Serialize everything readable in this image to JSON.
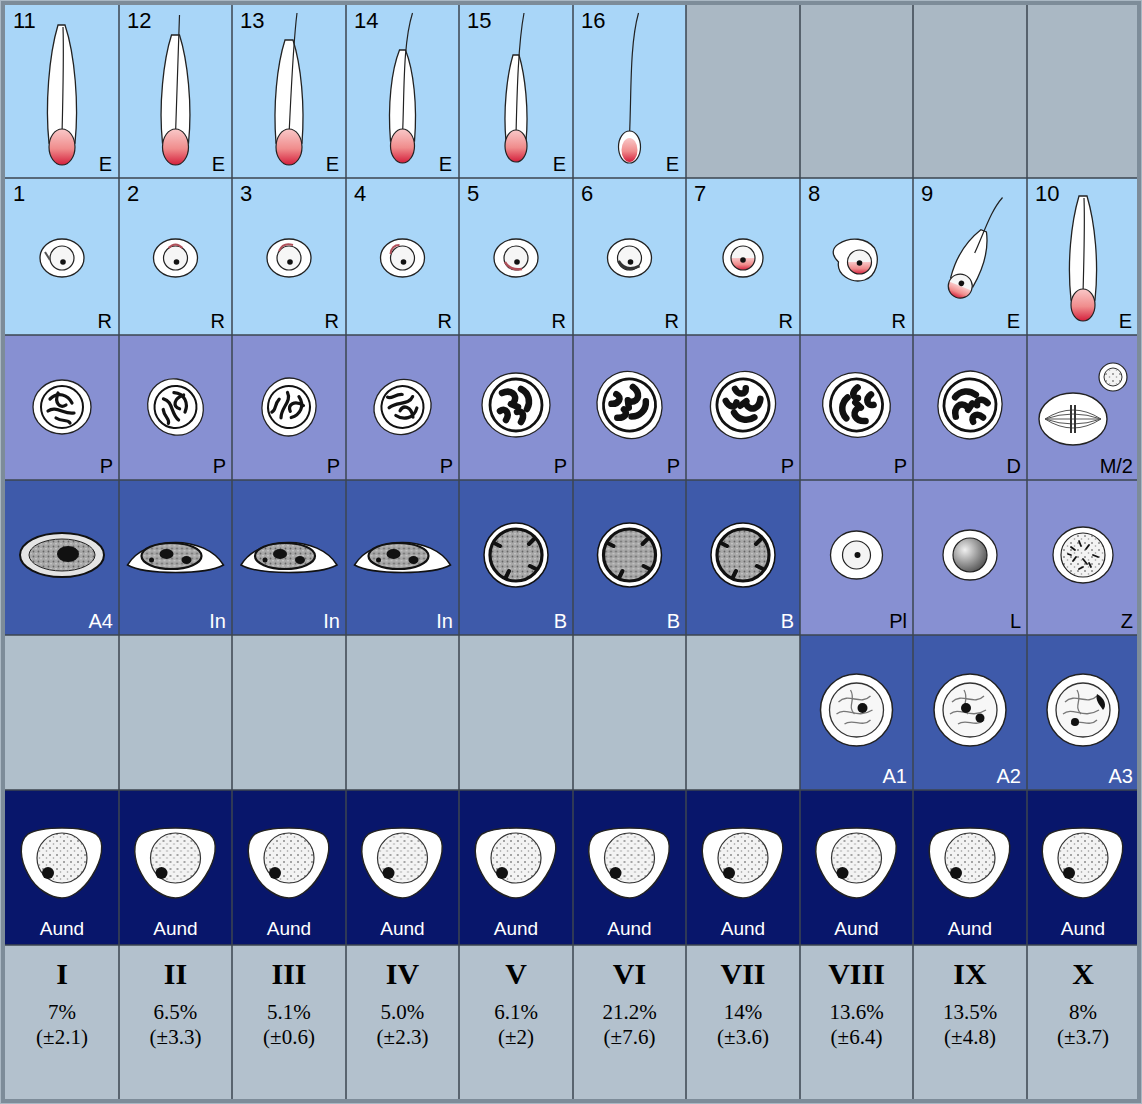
{
  "diagram": {
    "nodes": [
      {
        "text": [
          "11",
          "E"
        ]
      },
      {
        "text": [
          "12",
          "E"
        ]
      },
      {
        "text": [
          "13",
          "E"
        ]
      },
      {
        "text": [
          "14",
          "E"
        ]
      },
      {
        "text": [
          "15",
          "E"
        ]
      },
      {
        "text": [
          "16",
          "E"
        ]
      },
      {
        "text": [
          "1",
          "R"
        ]
      },
      {
        "text": [
          "2",
          "R"
        ]
      },
      {
        "text": [
          "3",
          "R"
        ]
      },
      {
        "text": [
          "4",
          "R"
        ]
      },
      {
        "text": [
          "5",
          "R"
        ]
      },
      {
        "text": [
          "6",
          "R"
        ]
      },
      {
        "text": [
          "7",
          "R"
        ]
      },
      {
        "text": [
          "8",
          "R"
        ]
      },
      {
        "text": [
          "9",
          "E"
        ]
      },
      {
        "text": [
          "10",
          "E"
        ]
      },
      {
        "text": [
          "P"
        ]
      },
      {
        "text": [
          "P"
        ]
      },
      {
        "text": [
          "P"
        ]
      },
      {
        "text": [
          "P"
        ]
      },
      {
        "text": [
          "P"
        ]
      },
      {
        "text": [
          "P"
        ]
      },
      {
        "text": [
          "P"
        ]
      },
      {
        "text": [
          "P"
        ]
      },
      {
        "text": [
          "D"
        ]
      },
      {
        "text": [
          "M/2"
        ]
      },
      {
        "text": [
          "A4"
        ]
      },
      {
        "text": [
          "In"
        ]
      },
      {
        "text": [
          "In"
        ]
      },
      {
        "text": [
          "In"
        ]
      },
      {
        "text": [
          "B"
        ]
      },
      {
        "text": [
          "B"
        ]
      },
      {
        "text": [
          "B"
        ]
      },
      {
        "text": [
          "Pl"
        ]
      },
      {
        "text": [
          "L"
        ]
      },
      {
        "text": [
          "Z"
        ]
      },
      {
        "text": [
          "A1"
        ]
      },
      {
        "text": [
          "A2"
        ]
      },
      {
        "text": [
          "A3"
        ]
      },
      {
        "text": [
          "Aund"
        ]
      },
      {
        "text": [
          "Aund"
        ]
      },
      {
        "text": [
          "Aund"
        ]
      },
      {
        "text": [
          "Aund"
        ]
      },
      {
        "text": [
          "Aund"
        ]
      },
      {
        "text": [
          "Aund"
        ]
      },
      {
        "text": [
          "Aund"
        ]
      },
      {
        "text": [
          "Aund"
        ]
      },
      {
        "text": [
          "Aund"
        ]
      },
      {
        "text": [
          "Aund"
        ]
      },
      {
        "text": [
          "I",
          "7% (±2.1)"
        ]
      },
      {
        "text": [
          "II",
          "6.5% (±3.3)"
        ]
      },
      {
        "text": [
          "III",
          "5.1% (±0.6)"
        ]
      },
      {
        "text": [
          "IV",
          "5.0% (±2.3)"
        ]
      },
      {
        "text": [
          "V",
          "6.1% (±2)"
        ]
      },
      {
        "text": [
          "VI",
          "21.2% (±7.6)"
        ]
      },
      {
        "text": [
          "VII",
          "14% (±3.6)"
        ]
      },
      {
        "text": [
          "VIII",
          "13.6% (±6.4)"
        ]
      },
      {
        "text": [
          "IX",
          "13.5% (±4.8)"
        ]
      },
      {
        "text": [
          "X",
          "8% (±3.7)"
        ]
      }
    ]
  }
}
